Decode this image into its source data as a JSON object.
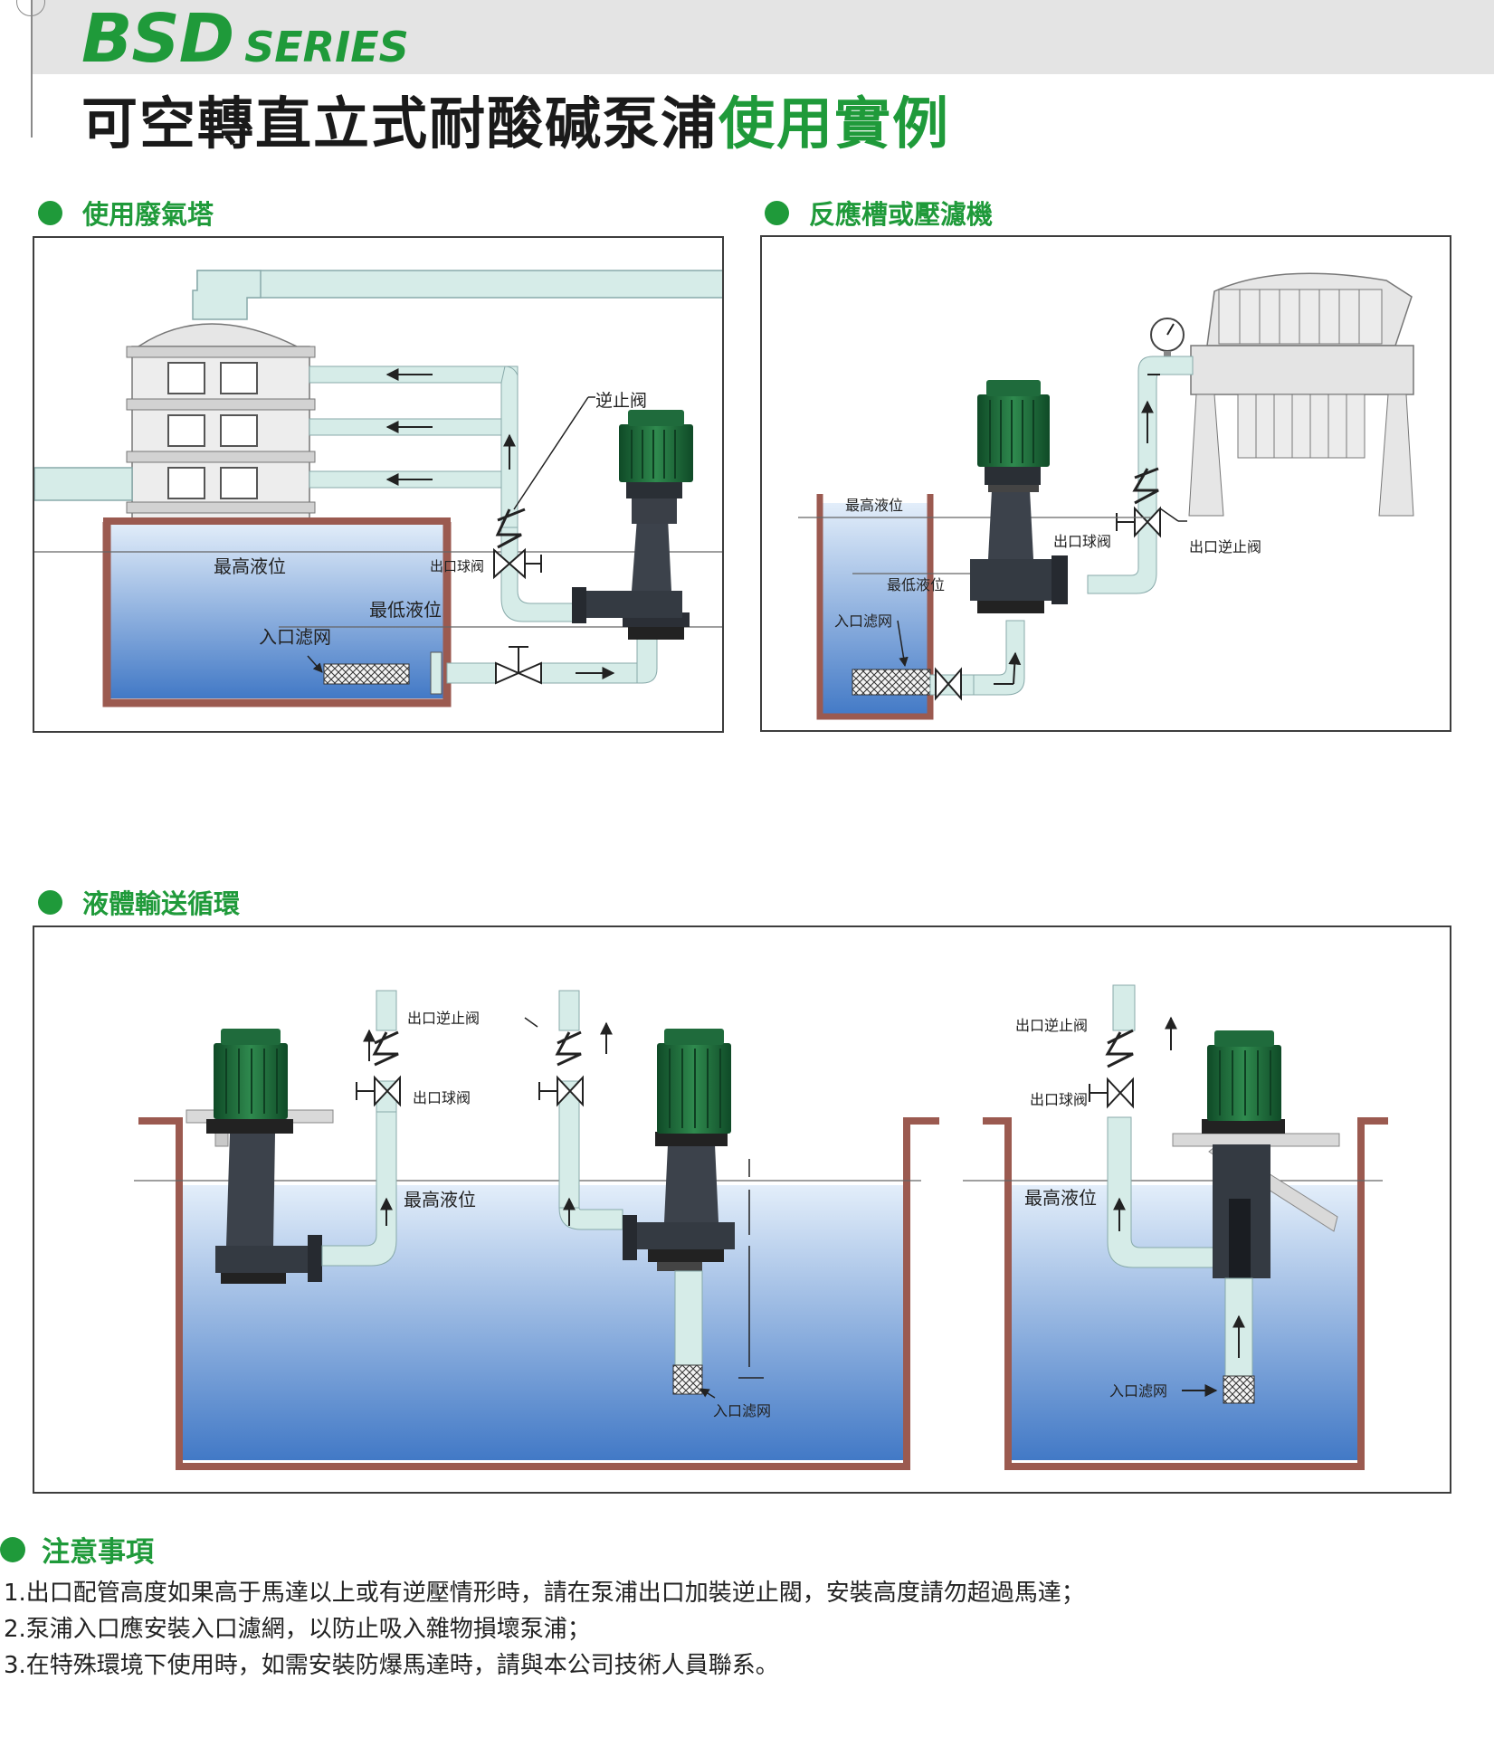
{
  "header": {
    "series_big": "BSD",
    "series_small": "SERIES",
    "title_main": "可空轉直立式耐酸碱泵浦",
    "title_highlight": "使用實例"
  },
  "colors": {
    "brand_green": "#1f9a3a",
    "motor_green": "#1f6b3c",
    "water_top": "#dbe9f7",
    "water_bottom": "#4a80c9",
    "tank_wall": "#9b5a50",
    "pipe_fill": "#d6ece8"
  },
  "sections": {
    "scrubber": {
      "title": "使用廢氣塔",
      "labels": {
        "check_valve": "逆止阀",
        "outlet_ball_valve": "出口球阀",
        "max_level": "最高液位",
        "min_level": "最低液位",
        "inlet_filter": "入口滤网"
      }
    },
    "reactor": {
      "title": "反應槽或壓濾機",
      "labels": {
        "max_level": "最高液位",
        "outlet_ball_valve": "出口球阀",
        "outlet_check_valve": "出口逆止阀",
        "min_level": "最低液位",
        "inlet_filter": "入口滤网"
      }
    },
    "circulation": {
      "title": "液體輸送循環",
      "labels": {
        "outlet_check_valve_1": "出口逆止阀",
        "outlet_ball_valve_1": "出口球阀",
        "max_level_1": "最高液位",
        "inlet_filter_1": "入口滤网",
        "outlet_check_valve_2": "出口逆止阀",
        "outlet_ball_valve_2": "出口球阀",
        "max_level_2": "最高液位",
        "inlet_filter_2": "入口滤网"
      }
    }
  },
  "notes": {
    "title": "注意事項",
    "items": [
      "1.出口配管高度如果高于馬達以上或有逆壓情形時，請在泵浦出口加裝逆止閥，安裝高度請勿超過馬達；",
      "2.泵浦入口應安裝入口濾網，以防止吸入雜物損壞泵浦；",
      "3.在特殊環境下使用時，如需安裝防爆馬達時，請與本公司技術人員聯系。"
    ]
  }
}
